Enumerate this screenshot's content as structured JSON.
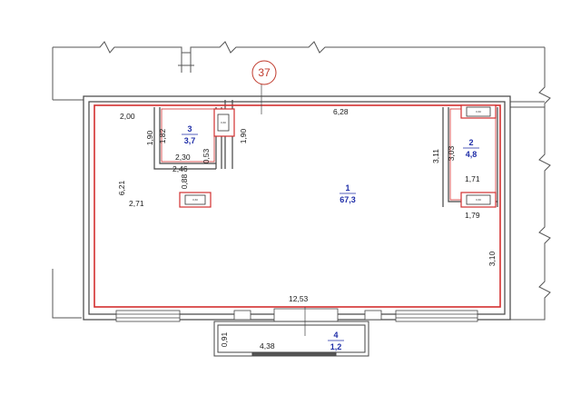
{
  "plan": {
    "marker": "37",
    "rooms": [
      {
        "num": "1",
        "area": "67,3"
      },
      {
        "num": "2",
        "area": "4,8"
      },
      {
        "num": "3",
        "area": "3,7"
      },
      {
        "num": "4",
        "area": "1,2"
      }
    ],
    "dims": [
      "2,00",
      "1,90",
      "1,82",
      "2,30",
      "2,46",
      "0,53",
      "1,90",
      "0,88",
      "6,21",
      "2,71",
      "6,28",
      "3,11",
      "3,03",
      "1,71",
      "1,79",
      "3,10",
      "12,53",
      "0,91",
      "4,38"
    ],
    "vent_labels": [
      "0,60",
      "0,60",
      "0,60",
      "0,60"
    ],
    "colors": {
      "outline": "#d32f2f",
      "wall": "#333333",
      "room_label": "#1f2ea8",
      "marker": "#c0392b"
    }
  }
}
